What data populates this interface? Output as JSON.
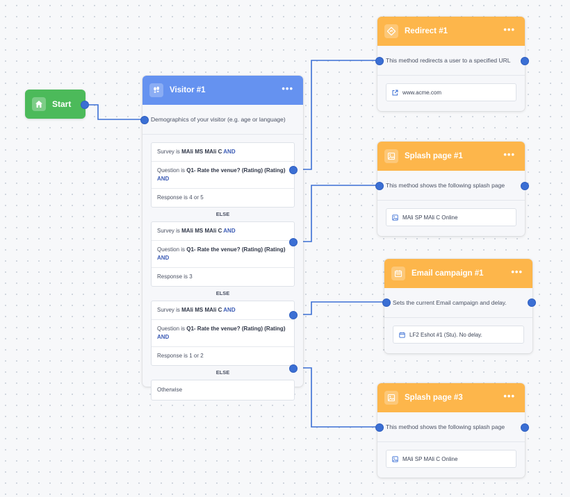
{
  "start": {
    "label": "Start",
    "icon": "home-icon"
  },
  "visitor": {
    "title": "Visitor #1",
    "icon": "footprints-icon",
    "more_label": "•••",
    "description": "Demographics of your visitor (e.g. age or language)",
    "else_label": "ELSE",
    "groups": [
      {
        "rows": [
          {
            "prefix": "Survey is ",
            "value": "MAli MS MAli C",
            "suffix": " AND"
          },
          {
            "prefix": "Question is ",
            "value": "Q1- Rate the venue? (Rating) (Rating)",
            "suffix": "AND"
          },
          {
            "prefix": "Response is 4 or 5",
            "value": "",
            "suffix": ""
          }
        ]
      },
      {
        "rows": [
          {
            "prefix": "Survey is ",
            "value": "MAli MS MAli C",
            "suffix": " AND"
          },
          {
            "prefix": "Question is ",
            "value": "Q1- Rate the venue? (Rating) (Rating)",
            "suffix": "AND"
          },
          {
            "prefix": "Response is 3",
            "value": "",
            "suffix": ""
          }
        ]
      },
      {
        "rows": [
          {
            "prefix": "Survey is ",
            "value": "MAli MS MAli C",
            "suffix": " AND"
          },
          {
            "prefix": "Question is ",
            "value": "Q1- Rate the venue? (Rating) (Rating)",
            "suffix": "AND"
          },
          {
            "prefix": "Response is 1 or 2",
            "value": "",
            "suffix": ""
          }
        ]
      }
    ],
    "otherwise_label": "Otherwise"
  },
  "redirect": {
    "title": "Redirect #1",
    "icon": "redirect-icon",
    "more_label": "•••",
    "description": "This method redirects a user to a specified URL",
    "value": "www.acme.com",
    "value_icon": "external-link-icon"
  },
  "splash1": {
    "title": "Splash page #1",
    "icon": "image-icon",
    "more_label": "•••",
    "description": "This method shows the following splash page",
    "value": "MAli SP MAli C Online",
    "value_icon": "image-icon"
  },
  "email": {
    "title": "Email campaign #1",
    "icon": "calendar-icon",
    "more_label": "•••",
    "description": "Sets the current Email campaign and delay.",
    "value": "LF2 Eshot #1 (Stu). No delay.",
    "value_icon": "calendar-icon"
  },
  "splash3": {
    "title": "Splash page #3",
    "icon": "image-icon",
    "more_label": "•••",
    "description": "This method shows the following splash page",
    "value": "MAli SP MAli C Online",
    "value_icon": "image-icon"
  },
  "colors": {
    "start_green": "#4cba5a",
    "visitor_blue": "#6592f0",
    "action_orange": "#fdb64b",
    "connector_blue": "#3b6fd4"
  }
}
